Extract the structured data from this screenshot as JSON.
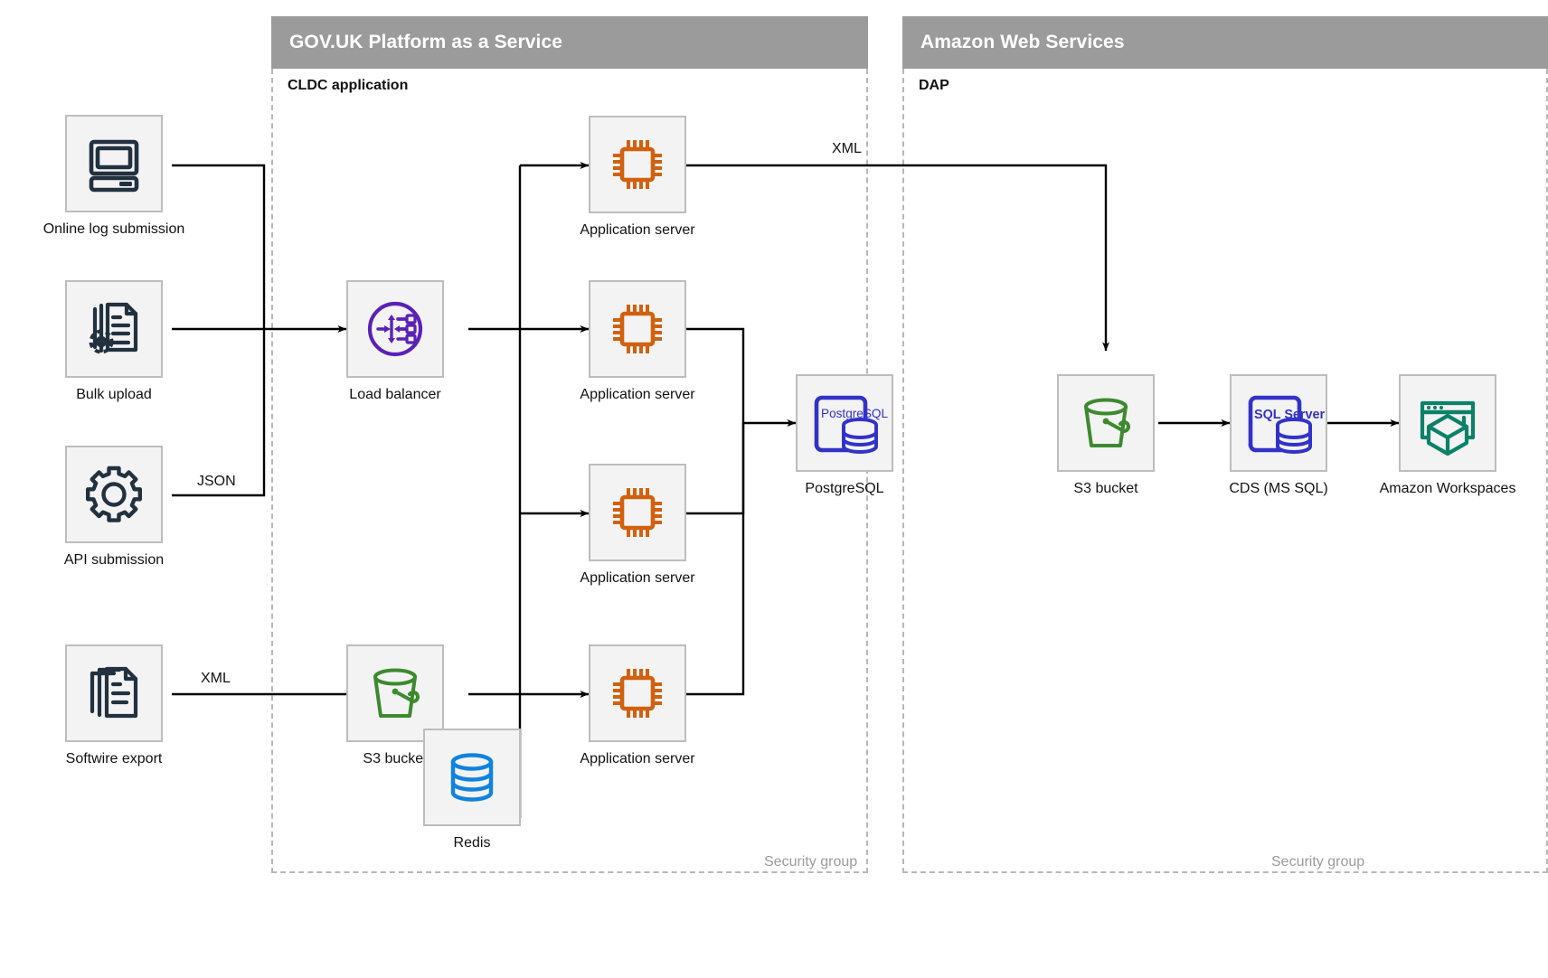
{
  "groups": [
    {
      "id": "paas",
      "band_title": "GOV.UK Platform as a Service",
      "sub_title": "CLDC application",
      "security_label": "Security group"
    },
    {
      "id": "aws",
      "band_title": "Amazon Web Services",
      "sub_title": "DAP",
      "security_label": "Security group"
    }
  ],
  "nodes": {
    "online_log_submission": {
      "label": "Online log submission",
      "icon": "desktop-computer-icon",
      "color": "#22313f"
    },
    "bulk_upload": {
      "label": "Bulk upload",
      "icon": "document-gear-icon",
      "color": "#22313f"
    },
    "api_submission": {
      "label": "API submission",
      "icon": "gear-icon",
      "color": "#22313f"
    },
    "softwire_export": {
      "label": "Softwire export",
      "icon": "document-stack-icon",
      "color": "#22313f"
    },
    "load_balancer": {
      "label": "Load balancer",
      "icon": "load-balancer-icon",
      "color": "#5b21b6"
    },
    "app_server_1": {
      "label": "Application server",
      "icon": "cpu-chip-icon",
      "color": "#d2600f"
    },
    "app_server_2": {
      "label": "Application server",
      "icon": "cpu-chip-icon",
      "color": "#d2600f"
    },
    "app_server_3": {
      "label": "Application server",
      "icon": "cpu-chip-icon",
      "color": "#d2600f"
    },
    "app_server_4": {
      "label": "Application server",
      "icon": "cpu-chip-icon",
      "color": "#d2600f"
    },
    "postgresql": {
      "label": "PostgreSQL",
      "icon": "postgresql-database-icon",
      "color": "#3232c8",
      "badge": "PostgreSQL"
    },
    "paas_s3_bucket": {
      "label": "S3 bucket",
      "icon": "s3-bucket-icon",
      "color": "#3c8a2e"
    },
    "redis": {
      "label": "Redis",
      "icon": "redis-database-icon",
      "color": "#1082e0"
    },
    "aws_s3_bucket": {
      "label": "S3 bucket",
      "icon": "s3-bucket-icon",
      "color": "#3c8a2e"
    },
    "cds_ms_sql": {
      "label": "CDS (MS SQL)",
      "icon": "sql-server-database-icon",
      "color": "#3232c8",
      "badge": "SQL Server"
    },
    "amazon_workspaces": {
      "label": "Amazon Workspaces",
      "icon": "amazon-workspaces-icon",
      "color": "#0c8168"
    }
  },
  "edge_labels": {
    "api_to_lb": "JSON",
    "softwire_to_s3": "XML",
    "app_to_aws_s3": "XML"
  },
  "palette": {
    "band_grey": "#9b9b9b",
    "dashed_grey": "#b7b7b7",
    "tile_bg": "#f3f3f3",
    "tile_border": "#bdbdbd",
    "wire": "#000000",
    "text": "#111111",
    "muted_text": "#9b9b9b"
  }
}
